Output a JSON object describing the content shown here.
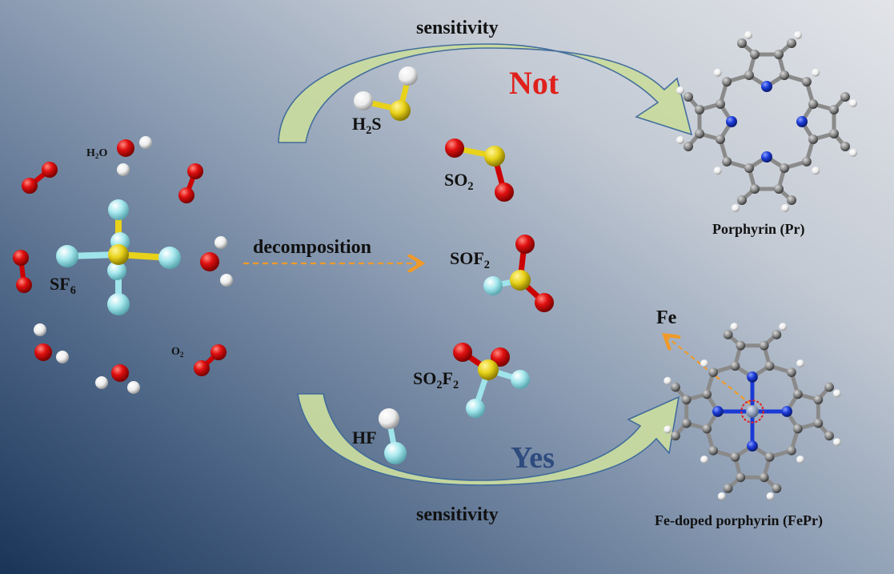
{
  "labels": {
    "sensitivity_top": "sensitivity",
    "sensitivity_bottom": "sensitivity",
    "not": "Not",
    "yes": "Yes",
    "decomposition": "decomposition",
    "porphyrin": "Porphyrin (Pr)",
    "fe_porphyrin": "Fe-doped porphyrin (FePr)",
    "fe": "Fe"
  },
  "molecules": {
    "sf6": {
      "base": "SF",
      "sub": "6"
    },
    "h2o": {
      "a": "H",
      "sub": "2",
      "b": "O"
    },
    "o2": {
      "a": "O",
      "sub": "2"
    },
    "h2s": {
      "a": "H",
      "sub": "2",
      "b": "S"
    },
    "so2": {
      "a": "SO",
      "sub": "2"
    },
    "sof2": {
      "a": "SOF",
      "sub": "2"
    },
    "so2f2": {
      "a": "SO",
      "sub1": "2",
      "b": "F",
      "sub2": "2"
    },
    "hf": "HF"
  },
  "colors": {
    "oxygen": "#e01010",
    "hydrogen": "#f2f2f2",
    "sulfur": "#e8d21a",
    "fluorine": "#9fe4ea",
    "carbon": "#8a8a8a",
    "nitrogen": "#1a3ad6",
    "iron": "#8f9fb8",
    "arrow": "#cfe0a0",
    "arrow_edge": "#3f6a9a",
    "dashed": "#f09a28"
  }
}
